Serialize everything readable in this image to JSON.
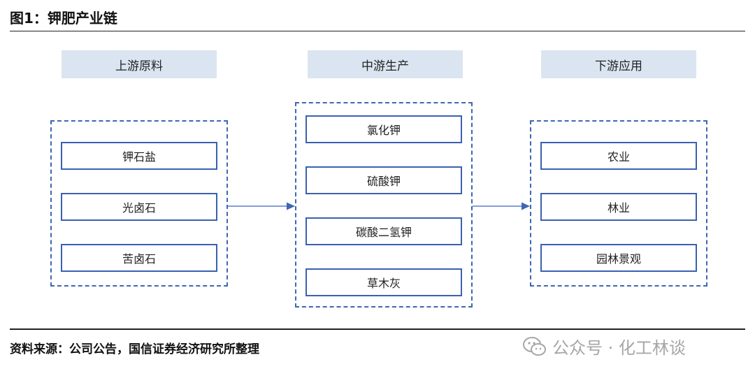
{
  "title": "图1：钾肥产业链",
  "columns": [
    {
      "header": "上游原料",
      "items": [
        "钾石盐",
        "光卤石",
        "苦卤石"
      ]
    },
    {
      "header": "中游生产",
      "items": [
        "氯化钾",
        "硫酸钾",
        "碳酸二氢钾",
        "草木灰"
      ]
    },
    {
      "header": "下游应用",
      "items": [
        "农业",
        "林业",
        "园林景观"
      ]
    }
  ],
  "source": "资料来源：公司公告，国信证券经济研究所整理",
  "watermark": {
    "text": "公众号 · 化工林谈",
    "icon": "wechat-icon"
  },
  "colors": {
    "box_border": "#3a61b0",
    "header_fill": "#dbe5f1",
    "arrow": "#5b7fc8"
  }
}
